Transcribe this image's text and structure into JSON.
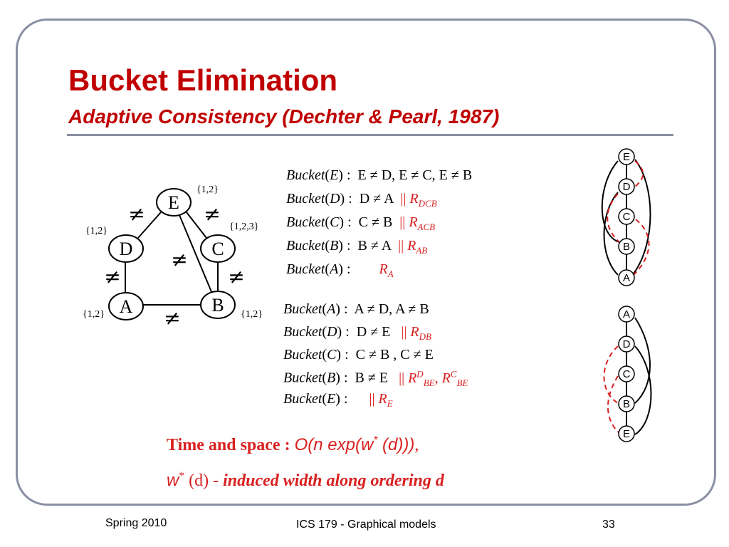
{
  "slide": {
    "title": "Bucket Elimination",
    "subtitle": "Adaptive Consistency (Dechter & Pearl, 1987)"
  },
  "graph": {
    "nodes": [
      {
        "id": "E",
        "label": "E",
        "domain": "{1,2}"
      },
      {
        "id": "D",
        "label": "D",
        "domain": "{1,2}"
      },
      {
        "id": "C",
        "label": "C",
        "domain": "{1,2,3}"
      },
      {
        "id": "A",
        "label": "A",
        "domain": "{1,2}"
      },
      {
        "id": "B",
        "label": "B",
        "domain": "{1,2}"
      }
    ],
    "neq_symbol": "≠"
  },
  "ordering1": {
    "buckets": [
      {
        "bucket": "Bucket",
        "var": "E",
        "constraints": "E ≠ D,  E ≠ C,  E ≠ B",
        "sep": "",
        "rel": "",
        "rel_sub": ""
      },
      {
        "bucket": "Bucket",
        "var": "D",
        "constraints": "D ≠ A",
        "sep": "||",
        "rel": "R",
        "rel_sub": "DCB"
      },
      {
        "bucket": "Bucket",
        "var": "C",
        "constraints": "C ≠ B",
        "sep": "||",
        "rel": "R",
        "rel_sub": "ACB"
      },
      {
        "bucket": "Bucket",
        "var": "B",
        "constraints": "B ≠ A",
        "sep": "||",
        "rel": "R",
        "rel_sub": "AB"
      },
      {
        "bucket": "Bucket",
        "var": "A",
        "constraints": "",
        "sep": "",
        "rel": "R",
        "rel_sub": "A"
      }
    ],
    "chain": [
      "E",
      "D",
      "C",
      "B",
      "A"
    ]
  },
  "ordering2": {
    "buckets": [
      {
        "bucket": "Bucket",
        "var": "A",
        "constraints": "A ≠ D,  A ≠ B",
        "sep": "",
        "rel": ""
      },
      {
        "bucket": "Bucket",
        "var": "D",
        "constraints": "D ≠ E",
        "sep": "||",
        "rel": "R",
        "rel_sub": "DB"
      },
      {
        "bucket": "Bucket",
        "var": "C",
        "constraints": "C ≠ B ,  C ≠ E",
        "sep": "",
        "rel": ""
      },
      {
        "bucket": "Bucket",
        "var": "B",
        "constraints": "B ≠ E",
        "sep": "||",
        "rel": "R",
        "rel_sup1": "D",
        "rel_sub1": "BE",
        "rel_sep": ",",
        "rel_sup2": "C",
        "rel_sub2": "BE"
      },
      {
        "bucket": "Bucket",
        "var": "E",
        "constraints": "",
        "sep": "||",
        "rel": "R",
        "rel_sub": "E"
      }
    ],
    "chain": [
      "A",
      "D",
      "C",
      "B",
      "E"
    ]
  },
  "complexity": {
    "label": "Time and space :",
    "formula_pre": "O(n exp(w",
    "formula_sup": "*",
    "formula_post": " (d)))",
    "formula_comma": ",",
    "w": "w",
    "w_sup": "*",
    "w_arg": "(d) -",
    "w_desc": "induced width along ordering d"
  },
  "footer": {
    "left": "Spring 2010",
    "center": "ICS 179 - Graphical models",
    "right": "33"
  }
}
